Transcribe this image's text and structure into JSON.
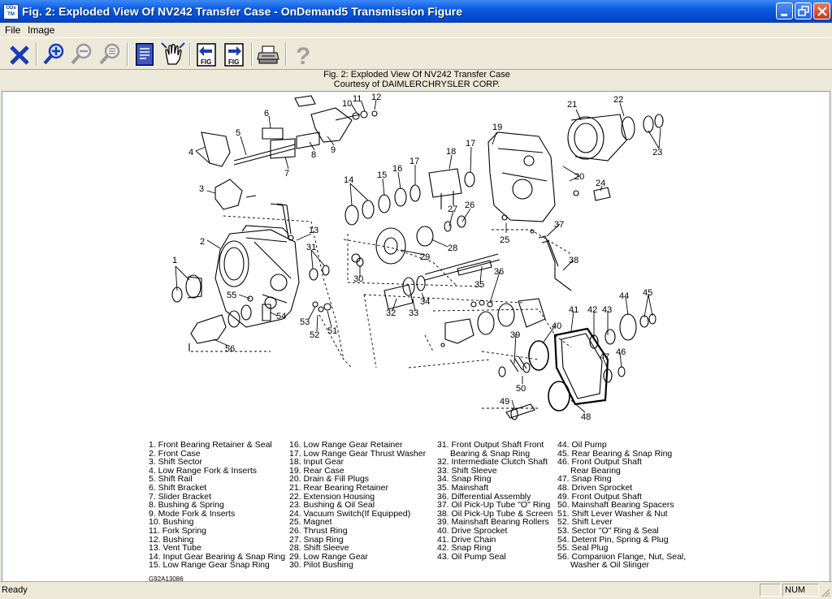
{
  "window": {
    "title": "Fig. 2: Exploded View Of NV242 Transfer Case - OnDemand5 Transmission Figure",
    "app_icon_text": "ODs TM"
  },
  "menu": [
    {
      "label": "File"
    },
    {
      "label": "Image"
    }
  ],
  "toolbar": {
    "icons": [
      "close-x-icon",
      "zoom-in-icon",
      "zoom-out-icon",
      "zoom-fit-icon",
      "document-icon",
      "hand-pan-icon",
      "previous-figure-icon",
      "next-figure-icon",
      "print-icon",
      "help-icon"
    ],
    "fig_label": "FIG"
  },
  "caption": {
    "line1": "Fig. 2: Exploded View Of NV242 Transfer Case",
    "line2": "Courtesy of DAIMLERCHRYSLER CORP."
  },
  "callouts": [
    "1",
    "2",
    "3",
    "4",
    "5",
    "6",
    "7",
    "8",
    "9",
    "10",
    "11",
    "12",
    "13",
    "14",
    "15",
    "16",
    "17",
    "17",
    "18",
    "19",
    "20",
    "21",
    "22",
    "23",
    "24",
    "25",
    "26",
    "27",
    "28",
    "29",
    "30",
    "31",
    "32",
    "33",
    "34",
    "35",
    "36",
    "37",
    "38",
    "39",
    "40",
    "41",
    "42",
    "43",
    "44",
    "45",
    "46",
    "47",
    "48",
    "49",
    "50",
    "51",
    "52",
    "53",
    "54",
    "55",
    "56"
  ],
  "legend": {
    "col1": [
      "1. Front Bearing Retainer & Seal",
      "2. Front Case",
      "3. Shift Sector",
      "4. Low Range Fork & Inserts",
      "5. Shift Rail",
      "6. Shift Bracket",
      "7. Slider Bracket",
      "8. Bushing & Spring",
      "9. Mode Fork & Inserts",
      "10. Bushing",
      "11. Fork Spring",
      "12. Bushing",
      "13. Vent Tube",
      "14. Input Gear Bearing & Snap Ring",
      "15. Low Range Gear Snap Ring"
    ],
    "col2": [
      "16. Low Range Gear Retainer",
      "17. Low Range Gear Thrust Washer",
      "18. Input Gear",
      "19. Rear Case",
      "20. Drain & Fill Plugs",
      "21. Rear Bearing Retainer",
      "22. Extension Housing",
      "23. Bushing & Oil Seal",
      "24. Vacuum Switch(If Equipped)",
      "25. Magnet",
      "26. Thrust Ring",
      "27. Snap Ring",
      "28. Shift Sleeve",
      "29. Low Range Gear",
      "30. Pilot Bushing"
    ],
    "col3": [
      "31. Front Output Shaft Front",
      "Bearing & Snap Ring",
      "32. Intermediate Clutch Shaft",
      "33. Shift Sleeve",
      "34. Snap Ring",
      "35. Mainshaft",
      "36. Differential Assembly",
      "37. Oil Pick-Up Tube \"O\" Ring",
      "38. Oil Pick-Up Tube & Screen",
      "39. Mainshaft Bearing Rollers",
      "40. Drive Sprocket",
      "41. Drive Chain",
      "42. Snap Ring",
      "43. Oil Pump Seal"
    ],
    "col4": [
      "44. Oil Pump",
      "45. Rear Bearing & Snap Ring",
      "46. Front Output Shaft",
      "Rear Bearing",
      "47. Snap Ring",
      "48. Driven Sprocket",
      "49. Front Output Shaft",
      "50. Mainshaft Bearing Spacers",
      "51. Shift Lever Washer & Nut",
      "52. Shift Lever",
      "53. Sector \"O\" Ring & Seal",
      "54. Detent Pin, Spring & Plug",
      "55. Seal Plug",
      "56. Companion Flange, Nut, Seal,",
      "Washer & Oil Slinger"
    ]
  },
  "figure_code": "G92A13086",
  "status": {
    "text": "Ready",
    "num": "NUM"
  },
  "colors": {
    "titlebar": "#0a5ae0",
    "face": "#ece9d8",
    "canvas": "#ffffff"
  }
}
